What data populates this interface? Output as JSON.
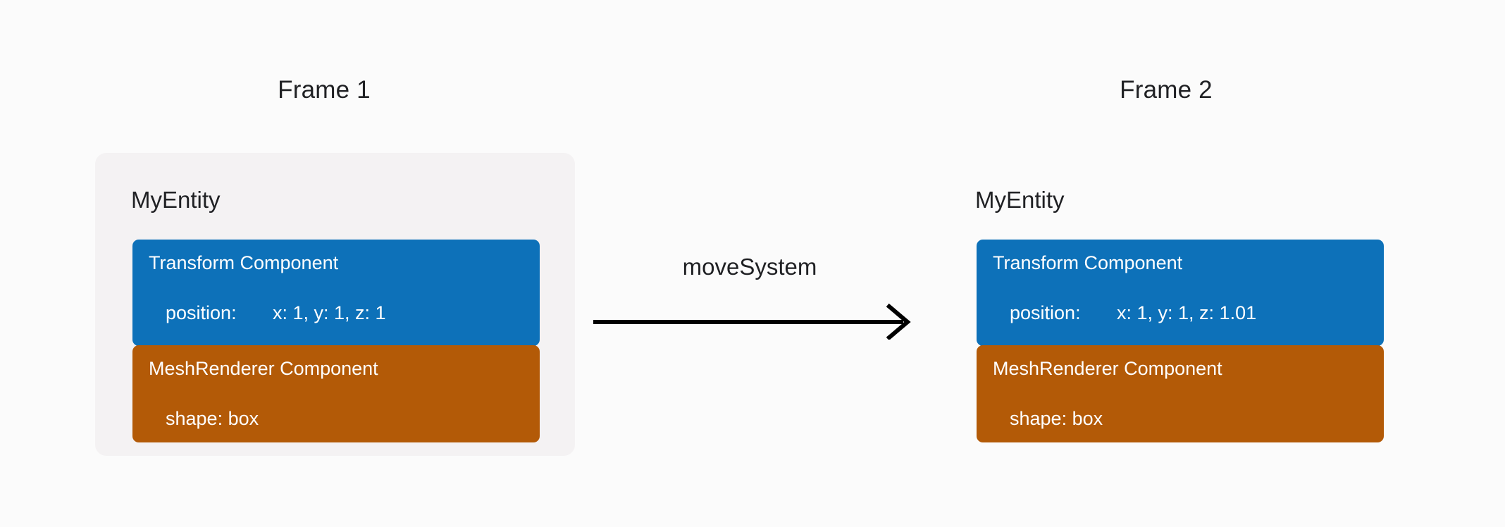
{
  "background_color": "#fbfbfb",
  "colors": {
    "panel": "#f4f2f3",
    "transform_component": "#0d71b9",
    "mesh_component": "#b35a07",
    "text_dark": "#202124",
    "text_light": "#ffffff",
    "arrow": "#000000"
  },
  "frames": [
    {
      "title": "Frame 1",
      "entity_name": "MyEntity",
      "has_panel": true,
      "components": [
        {
          "title": "Transform Component",
          "key": "position:",
          "value": "x: 1, y: 1, z: 1",
          "color": "#0d71b9"
        },
        {
          "title": "MeshRenderer Component",
          "key": "shape:",
          "value": "box",
          "color": "#b35a07"
        }
      ]
    },
    {
      "title": "Frame 2",
      "entity_name": "MyEntity",
      "has_panel": false,
      "components": [
        {
          "title": "Transform Component",
          "key": "position:",
          "value": "x: 1, y: 1, z: 1.01",
          "color": "#0d71b9"
        },
        {
          "title": "MeshRenderer Component",
          "key": "shape:",
          "value": "box",
          "color": "#b35a07"
        }
      ]
    }
  ],
  "system": {
    "label": "moveSystem",
    "arrow_icon": "arrow-right-icon"
  }
}
